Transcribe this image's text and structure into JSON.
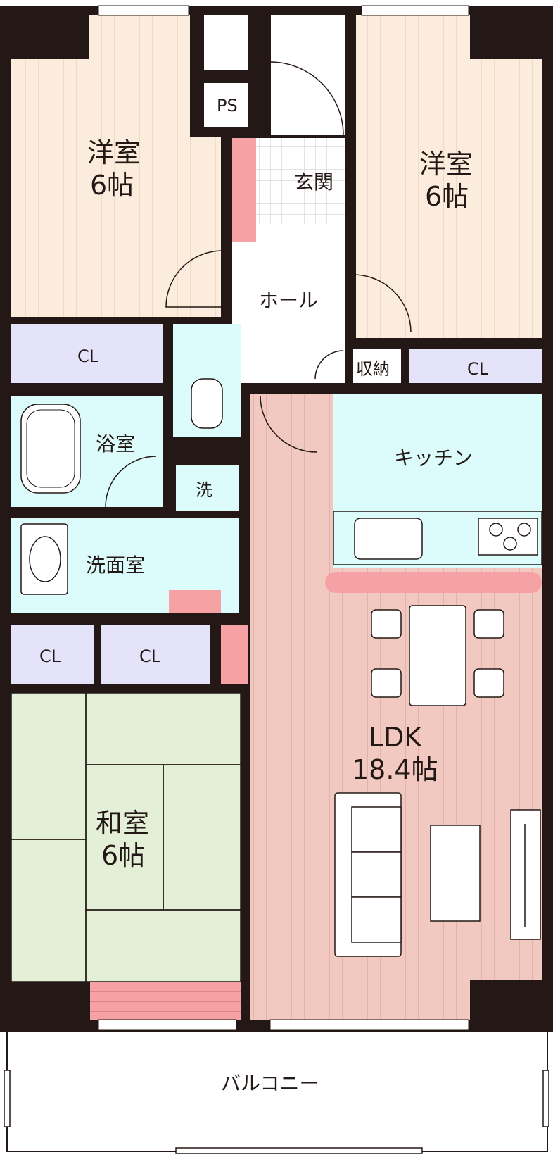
{
  "rooms": {
    "western_room_1": {
      "name": "洋室",
      "size": "6帖"
    },
    "western_room_2": {
      "name": "洋室",
      "size": "6帖"
    },
    "japanese_room": {
      "name": "和室",
      "size": "6帖"
    },
    "ldk": {
      "name": "LDK",
      "size": "18.4帖"
    },
    "kitchen": {
      "name": "キッチン"
    },
    "entrance": {
      "name": "玄関"
    },
    "hall": {
      "name": "ホール"
    },
    "bathroom": {
      "name": "浴室"
    },
    "washroom": {
      "name": "洗面室"
    },
    "laundry": {
      "name": "洗"
    },
    "storage": {
      "name": "収納"
    },
    "pipe_space": {
      "name": "PS"
    },
    "balcony": {
      "name": "バルコニー"
    }
  },
  "closets": {
    "closet_western_1": "CL",
    "closet_western_2": "CL",
    "closet_japanese_1": "CL",
    "closet_japanese_2": "CL"
  },
  "colors": {
    "wall": "#231815",
    "western_floor": "#fbecdd",
    "ldk_floor": "#f1c9c0",
    "japanese_floor": "#e3f0d7",
    "wet_area": "#dcfbfb",
    "closet": "#e5e3fa",
    "accent_pink": "#f6a2a5",
    "balcony": "#ffffff"
  }
}
